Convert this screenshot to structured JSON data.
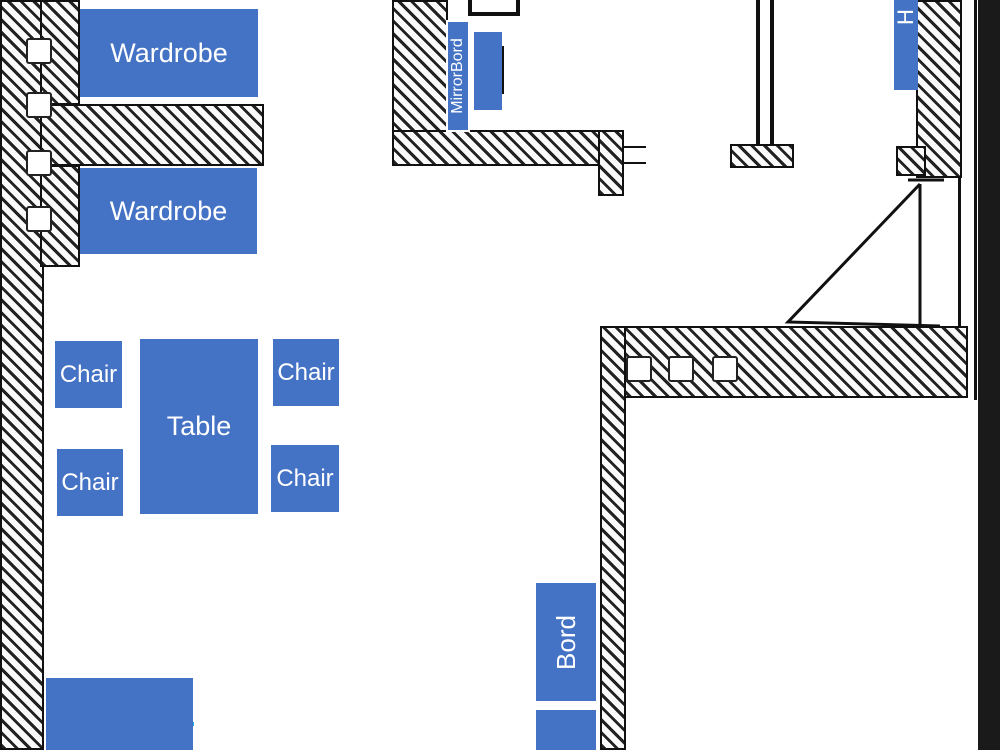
{
  "floor_plan": {
    "rooms": [],
    "furniture": {
      "wardrobe_top": "Wardrobe",
      "wardrobe_bottom": "Wardrobe",
      "table": "Table",
      "chair_tl": "Chair",
      "chair_tr": "Chair",
      "chair_bl": "Chair",
      "chair_br": "Chair",
      "bord": "Bord",
      "mirror_bord": "MirrorBord",
      "cut_label": "H"
    },
    "colors": {
      "furniture": "#4472c4",
      "wall_hatch": "#222222",
      "accent_line": "#1fa9e8"
    }
  }
}
